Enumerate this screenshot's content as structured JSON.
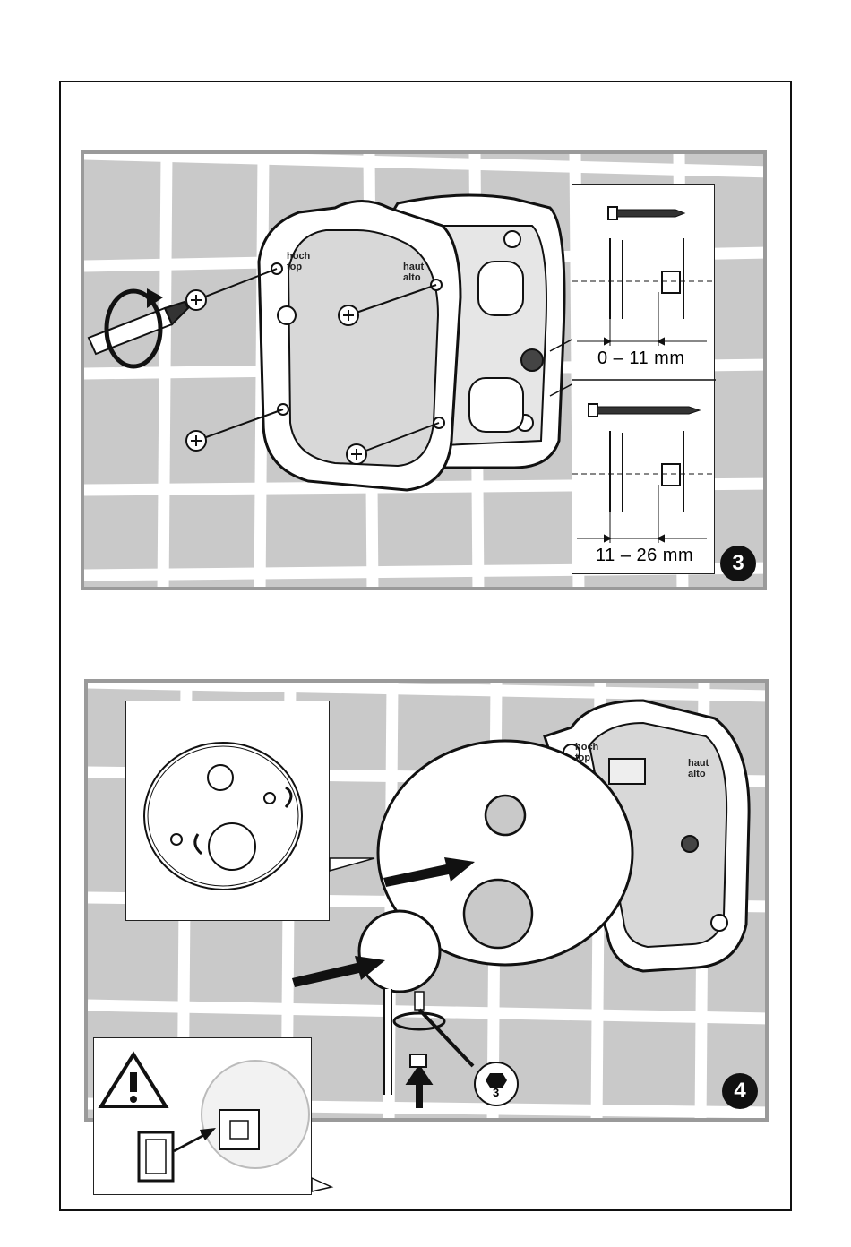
{
  "step3": {
    "badge": "3",
    "dim_short": "0 – 11 mm",
    "dim_long": "11 – 26 mm",
    "frame_label_left_1": "hoch",
    "frame_label_left_2": "top",
    "frame_label_right_1": "haut",
    "frame_label_right_2": "alto"
  },
  "step4": {
    "badge": "4",
    "hex_key_size": "3",
    "frame_label_left_1": "hoch",
    "frame_label_left_2": "top",
    "frame_label_right_1": "haut",
    "frame_label_right_2": "alto"
  },
  "icons": {
    "rotate": "rotate-arrow-icon",
    "insert": "insert-arrow-icon",
    "warning": "warning-triangle-icon",
    "hex": "hex-key-icon"
  }
}
